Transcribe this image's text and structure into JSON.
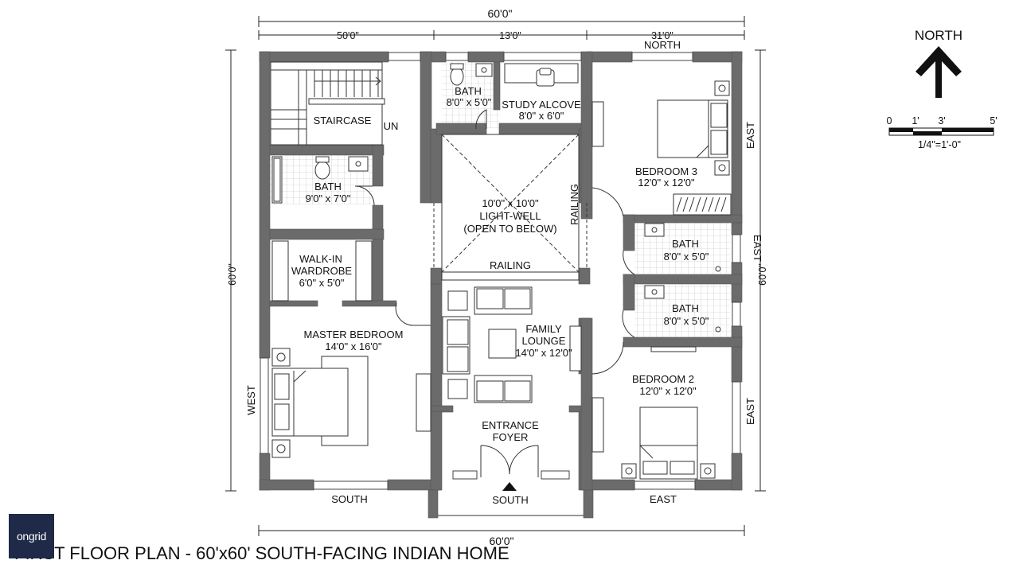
{
  "title": "FIRST FLOOR PLAN - 60'x60' SOUTH-FACING INDIAN HOME",
  "logo": "ongrid",
  "compass": {
    "label": "NORTH"
  },
  "scale_bar": {
    "ticks": [
      "0",
      "1'",
      "3'",
      "5'"
    ],
    "scale": "1/4\"=1'-0\""
  },
  "dimensions": {
    "top_overall": "60'0\"",
    "top_segments": [
      "50'0\"",
      "13'0\"",
      "31'0\""
    ],
    "bottom_overall": "60'0\"",
    "left": "60'0\"",
    "right": "60'0\""
  },
  "orientation_labels": {
    "north": "NORTH",
    "east_1": "EAST",
    "east_2": "EAST",
    "east_3": "EAST",
    "east_bottom": "EAST",
    "west": "WEST",
    "south_1": "SOUTH",
    "south_2": "SOUTH"
  },
  "rooms": {
    "staircase": {
      "name": "STAIRCASE",
      "tag": "UN"
    },
    "bath_top": {
      "name": "BATH",
      "size": "8'0\" x 5'0\""
    },
    "study": {
      "name": "STUDY ALCOVE",
      "size": "8'0\" x 6'0\""
    },
    "bedroom3": {
      "name": "BEDROOM 3",
      "size": "12'0\" x 12'0\""
    },
    "bath_left": {
      "name": "BATH",
      "size": "9'0\" x 7'0\""
    },
    "lightwell": {
      "size": "10'0\" x 10'0\"",
      "name": "LIGHT-WELL",
      "note": "(OPEN TO BELOW)"
    },
    "railing_v": "RAILING",
    "railing_h": "RAILING",
    "bath_right1": {
      "name": "BATH",
      "size": "8'0\" x 5'0\""
    },
    "bath_right2": {
      "name": "BATH",
      "size": "8'0\" x 5'0\""
    },
    "wardrobe": {
      "line1": "WALK-IN",
      "line2": "WARDROBE",
      "size": "6'0\" x 5'0\""
    },
    "master": {
      "name": "MASTER BEDROOM",
      "size": "14'0\" x 16'0\""
    },
    "lounge": {
      "line1": "FAMILY",
      "line2": "LOUNGE",
      "size": "14'0\" x 12'0\""
    },
    "bedroom2": {
      "name": "BEDROOM 2",
      "size": "12'0\" x 12'0\""
    },
    "foyer": {
      "line1": "ENTRANCE",
      "line2": "FOYER"
    }
  }
}
